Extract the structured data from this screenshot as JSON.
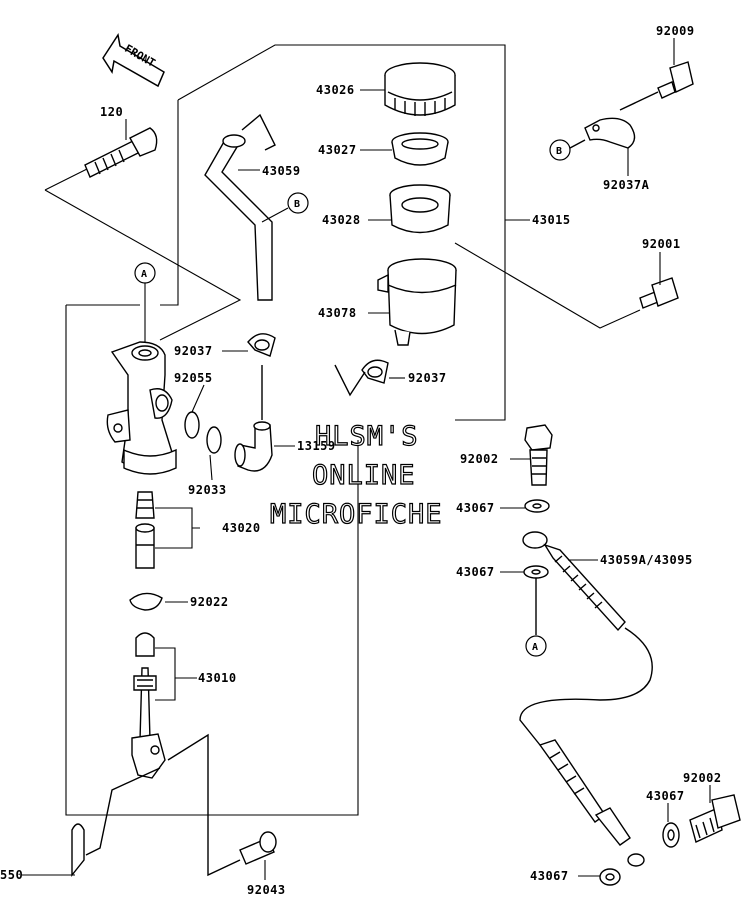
{
  "watermark": [
    "HLSM'S",
    "ONLINE",
    "MICROFICHE"
  ],
  "front_arrow": {
    "text": "FRONT"
  },
  "ref_markers": {
    "a": "A",
    "b": "B"
  },
  "parts": {
    "p120": "120",
    "p43026": "43026",
    "p43027": "43027",
    "p43028": "43028",
    "p43059": "43059",
    "p43015": "43015",
    "p43078": "43078",
    "p92037_top": "92037",
    "p92037_mid": "92037",
    "p92055": "92055",
    "p92033": "92033",
    "p13159": "13159",
    "p43020": "43020",
    "p92022": "92022",
    "p43010": "43010",
    "p550": "550",
    "p92043": "92043",
    "p92009": "92009",
    "p92037A": "92037A",
    "p92001": "92001",
    "p92002_top": "92002",
    "p43067_a": "43067",
    "p43067_b": "43067",
    "p43059A": "43059A/43095",
    "p92002_bot": "92002",
    "p43067_c": "43067",
    "p43067_d": "43067"
  }
}
